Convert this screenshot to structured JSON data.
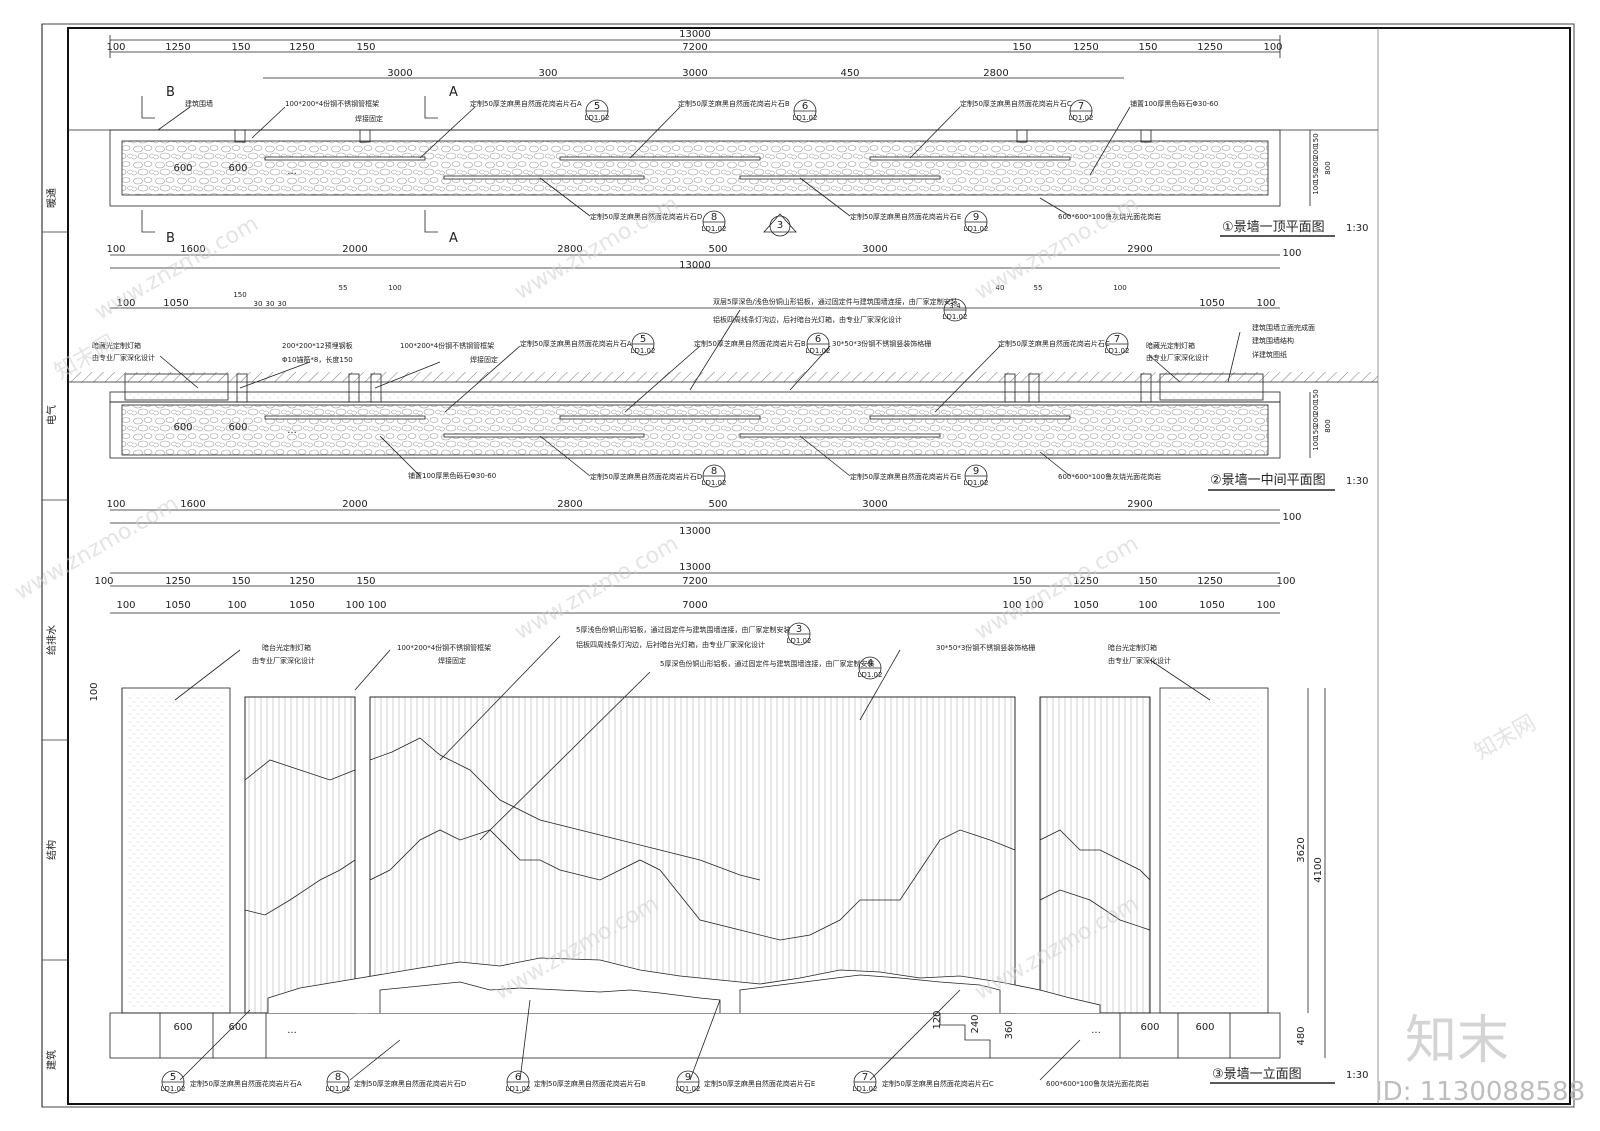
{
  "sidebar_labels": [
    "暖通",
    "电气",
    "给排水",
    "结构",
    "建筑"
  ],
  "plan_top": {
    "title": "①景墙一顶平面图",
    "scale": "1:30",
    "total": "13000",
    "dims_row1": [
      "100",
      "1250",
      "150",
      "1250",
      "150",
      "7200",
      "150",
      "1250",
      "150",
      "1250",
      "100"
    ],
    "dims_row2": [
      "3000",
      "300",
      "3000",
      "450",
      "2800"
    ],
    "dims_bottom": [
      "100",
      "1600",
      "2000",
      "2800",
      "500",
      "3000",
      "2900",
      "100"
    ],
    "side_dims": [
      "150",
      "200",
      "200",
      "150",
      "100",
      "800"
    ],
    "paving_dims": [
      "600",
      "600",
      "..."
    ],
    "section_marks": [
      "B",
      "A",
      "B",
      "A"
    ],
    "notes": [
      "建筑围墙",
      "100*200*4份钢不锈钢管框架",
      "焊接固定",
      "定制50厚芝麻黑自然面花岗岩片石A",
      "定制50厚芝麻黑自然面花岗岩片石B",
      "定制50厚芝麻黑自然面花岗岩片石C",
      "铺置100厚黑色砾石Φ30-60",
      "定制50厚芝麻黑自然面花岗岩片石D",
      "定制50厚芝麻黑自然面花岗岩片石E",
      "600*600*100鲁灰烧光面花岗岩"
    ],
    "callouts": [
      {
        "num": "5",
        "ref": "LD1.02"
      },
      {
        "num": "6",
        "ref": "LD1.02"
      },
      {
        "num": "7",
        "ref": "LD1.02"
      },
      {
        "num": "8",
        "ref": "LD1.02"
      },
      {
        "num": "9",
        "ref": "LD1.02"
      },
      {
        "num": "3",
        "ref": "—"
      }
    ]
  },
  "plan_mid": {
    "title": "②景墙一中间平面图",
    "scale": "1:30",
    "total": "13000",
    "dims_top": [
      "100",
      "1600",
      "2000",
      "2800",
      "500",
      "3000",
      "2900",
      "100"
    ],
    "dims_small": [
      "100",
      "1050",
      "150",
      "55",
      "100",
      "30",
      "30",
      "30",
      "55",
      "40",
      "100",
      "1050",
      "100"
    ],
    "dims_bottom": [
      "100",
      "1600",
      "2000",
      "2800",
      "500",
      "3000",
      "2900",
      "100"
    ],
    "side_dims": [
      "150",
      "200",
      "200",
      "150",
      "100",
      "800"
    ],
    "paving_dims": [
      "600",
      "600",
      "..."
    ],
    "notes": [
      "暗藏光定制灯箱",
      "由专业厂家深化设计",
      "200*200*12预埋钢板",
      "Φ10锚筋*8，长度150",
      "100*200*4份钢不锈钢管框架",
      "焊接固定",
      "定制50厚芝麻黑自然面花岗岩片石A",
      "双层5厚深色/浅色份铜山形铝板，通过固定件与建筑围墙连接，由厂家定制安装",
      "铝板四周线条灯沟边，后衬暗台光灯箱，由专业厂家深化设计",
      "定制50厚芝麻黑自然面花岗岩片石B",
      "30*50*3份钢不锈钢竖装饰格栅",
      "定制50厚芝麻黑自然面花岗岩片石C",
      "建筑围墙立面完成面",
      "建筑围墙结构",
      "详建筑图纸",
      "铺置100厚黑色砾石Φ30-60",
      "定制50厚芝麻黑自然面花岗岩片石D",
      "定制50厚芝麻黑自然面花岗岩片石E",
      "600*600*100鲁灰烧光面花岗岩"
    ],
    "callouts": [
      {
        "num": "5",
        "ref": "LD1.02"
      },
      {
        "num": "6",
        "ref": "LD1.02"
      },
      {
        "num": "3-4",
        "ref": "LD1.02"
      },
      {
        "num": "7",
        "ref": "LD1.02"
      },
      {
        "num": "8",
        "ref": "LD1.02"
      },
      {
        "num": "9",
        "ref": "LD1.02"
      }
    ]
  },
  "elevation": {
    "title": "③景墙一立面图",
    "scale": "1:30",
    "total": "13000",
    "dims_row1": [
      "100",
      "1250",
      "150",
      "1250",
      "150",
      "7200",
      "150",
      "1250",
      "150",
      "1250",
      "100"
    ],
    "dims_row2": [
      "100",
      "1050",
      "100",
      "1050",
      "100",
      "100",
      "7000",
      "100",
      "100",
      "1050",
      "100",
      "1050",
      "100"
    ],
    "right_dims": [
      "3620",
      "4100",
      "480"
    ],
    "height_dims": [
      "120",
      "240",
      "360"
    ],
    "left_dim": "100",
    "paving_dims": [
      "600",
      "600",
      "...",
      "600",
      "600",
      "..."
    ],
    "notes": [
      "暗台光定制灯箱",
      "由专业厂家深化设计",
      "100*200*4份钢不锈钢管框架",
      "焊接固定",
      "5厚浅色份铜山形铝板，通过固定件与建筑围墙连接，由厂家定制安装",
      "铝板四周线条灯沟边，后衬暗台光灯箱，由专业厂家深化设计",
      "5厚深色份铜山形铝板，通过固定件与建筑围墙连接，由厂家定制安装",
      "30*50*3份钢不锈钢竖装饰格栅",
      "暗台光定制灯箱",
      "由专业厂家深化设计",
      "定制50厚芝麻黑自然面花岗岩片石A",
      "定制50厚芝麻黑自然面花岗岩片石D",
      "定制50厚芝麻黑自然面花岗岩片石B",
      "定制50厚芝麻黑自然面花岗岩片石E",
      "定制50厚芝麻黑自然面花岗岩片石C",
      "600*600*100鲁灰烧光面花岗岩"
    ],
    "callouts": [
      {
        "num": "3",
        "ref": "LD1.02"
      },
      {
        "num": "4",
        "ref": "LD1.02"
      },
      {
        "num": "5",
        "ref": "LD1.02"
      },
      {
        "num": "8",
        "ref": "LD1.02"
      },
      {
        "num": "6",
        "ref": "LD1.02"
      },
      {
        "num": "9",
        "ref": "LD1.02"
      },
      {
        "num": "7",
        "ref": "LD1.02"
      }
    ]
  },
  "watermarks": [
    "www.znzmo.com",
    "知末网"
  ],
  "logo": "知末",
  "id_label": "ID: 1130088588",
  "colors": {
    "line": "#1a1a1a",
    "watermark": "#cfcfcf",
    "paper": "#ffffff"
  }
}
